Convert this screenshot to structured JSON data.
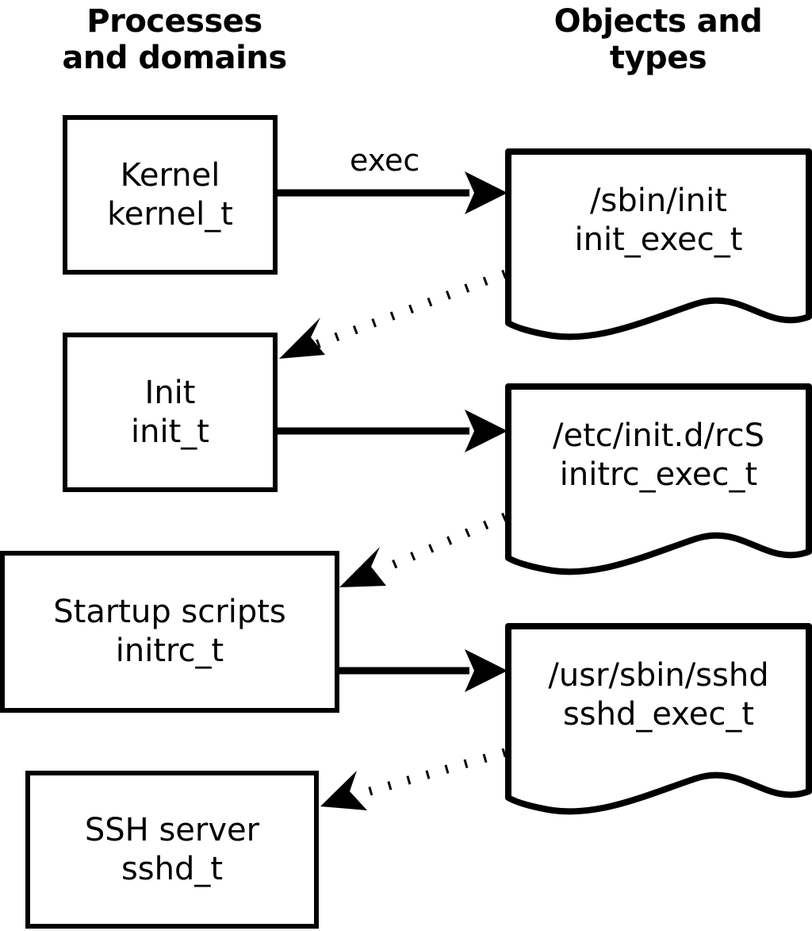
{
  "headers": {
    "left": "Processes\nand domains",
    "right": "Objects and\ntypes"
  },
  "colors": {
    "stroke": "#000000",
    "fill": "#ffffff",
    "text": "#000000"
  },
  "processes": [
    {
      "id": "kernel",
      "title": "Kernel",
      "type": "kernel_t"
    },
    {
      "id": "init",
      "title": "Init",
      "type": "init_t"
    },
    {
      "id": "initrc",
      "title": "Startup scripts",
      "type": "initrc_t"
    },
    {
      "id": "sshd",
      "title": "SSH server",
      "type": "sshd_t"
    }
  ],
  "objects": [
    {
      "id": "init_exec",
      "path": "/sbin/init",
      "type": "init_exec_t"
    },
    {
      "id": "initrc_exec",
      "path": "/etc/init.d/rcS",
      "type": "initrc_exec_t"
    },
    {
      "id": "sshd_exec",
      "path": "/usr/sbin/sshd",
      "type": "sshd_exec_t"
    }
  ],
  "edges": [
    {
      "id": "kernel-exec-init",
      "from": "kernel",
      "to": "init_exec",
      "label": "exec",
      "style": "solid"
    },
    {
      "id": "init_exec-becomes-init",
      "from": "init_exec",
      "to": "init",
      "label": "",
      "style": "dotted"
    },
    {
      "id": "init-exec-initrc",
      "from": "init",
      "to": "initrc_exec",
      "label": "",
      "style": "solid"
    },
    {
      "id": "initrc_exec-becomes-initrc",
      "from": "initrc_exec",
      "to": "initrc",
      "label": "",
      "style": "dotted"
    },
    {
      "id": "initrc-exec-sshd",
      "from": "initrc",
      "to": "sshd_exec",
      "label": "",
      "style": "solid"
    },
    {
      "id": "sshd_exec-becomes-sshd",
      "from": "sshd_exec",
      "to": "sshd",
      "label": "",
      "style": "dotted"
    }
  ]
}
